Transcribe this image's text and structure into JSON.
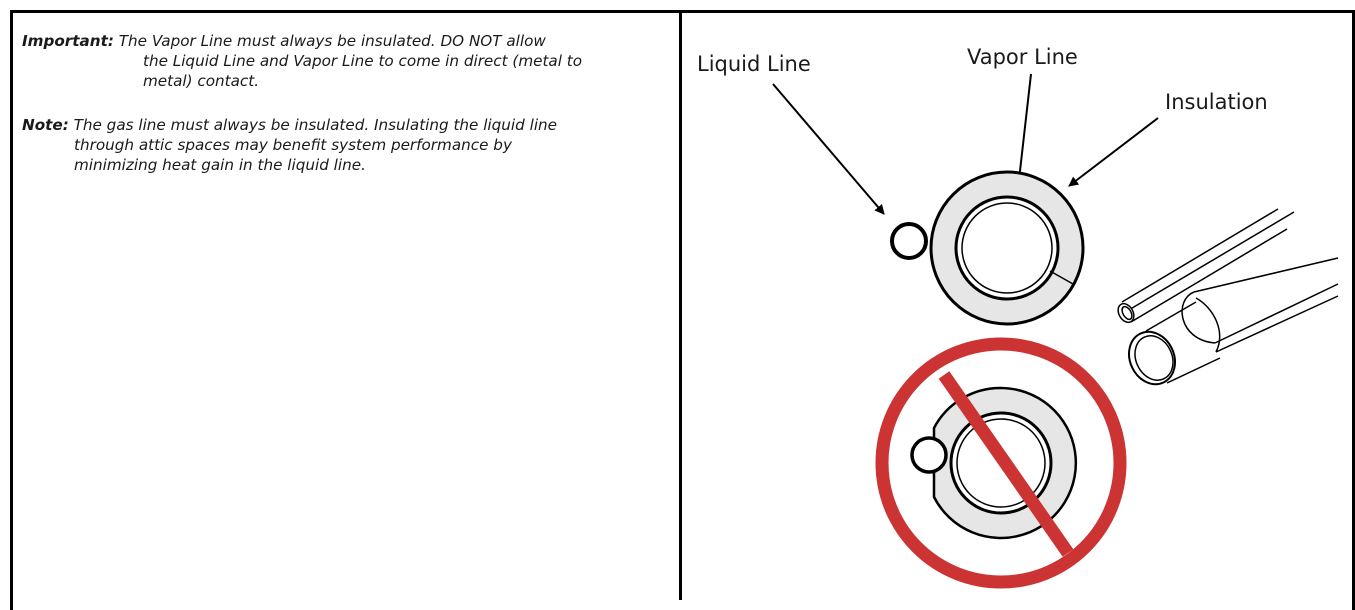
{
  "important": {
    "label": "Important:",
    "lines": [
      "The Vapor Line must always be insulated. DO NOT allow",
      "the Liquid Line and Vapor Line to come in direct (metal to",
      "metal) contact."
    ]
  },
  "note": {
    "label": "Note:",
    "lines": [
      "The gas line must always be insulated. Insulating the liquid line",
      "through attic spaces may benefit system performance by",
      "minimizing heat gain in the liquid line."
    ]
  },
  "figure": {
    "labels": {
      "liquid_line": "Liquid Line",
      "vapor_line": "Vapor Line",
      "insulation": "Insulation"
    },
    "colors": {
      "insulation_fill": "#e6e6e6",
      "prohibition_red": "#cc3333",
      "line": "#000000"
    }
  }
}
